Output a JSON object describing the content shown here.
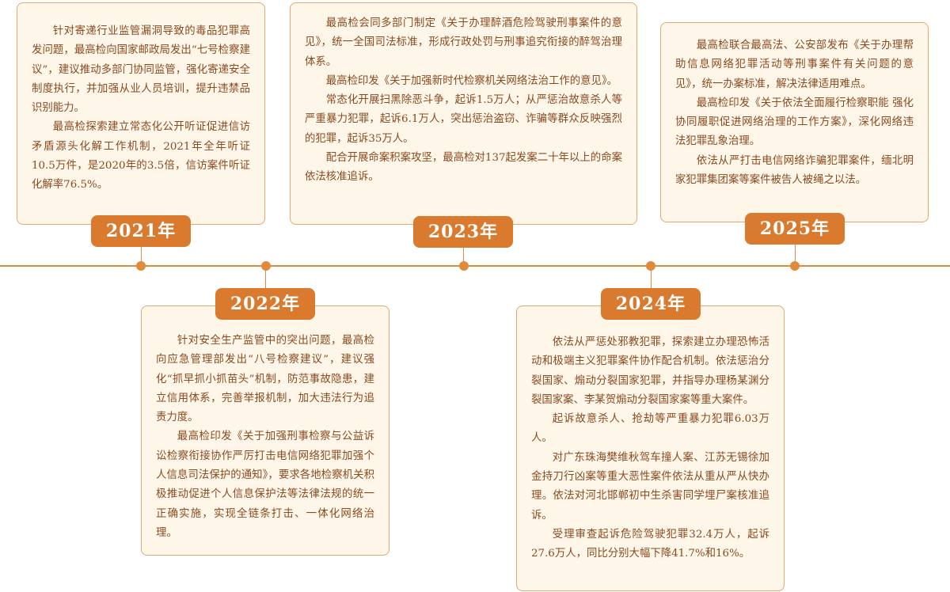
{
  "timeline": [
    {
      "year": "2021年",
      "paragraphs": [
        "针对寄递行业监管漏洞导致的毒品犯罪高发问题，最高检向国家邮政局发出“七号检察建议”，建议推动多部门协同监管，强化寄递安全制度执行，并加强从业人员培训，提升违禁品识别能力。",
        "最高检探索建立常态化公开听证促进信访矛盾源头化解工作机制，2021年全年听证10.5万件，是2020年的3.5倍，信访案件听证化解率76.5%。"
      ]
    },
    {
      "year": "2022年",
      "paragraphs": [
        "针对安全生产监管中的突出问题，最高检向应急管理部发出“八号检察建议”，建议强化“抓早抓小抓苗头”机制，防范事故隐患，建立信用体系，完善举报机制，加大违法行为追责力度。",
        "最高检印发《关于加强刑事检察与公益诉讼检察衔接协作严厉打击电信网络犯罪加强个人信息司法保护的通知》，要求各地检察机关积极推动促进个人信息保护法等法律法规的统一正确实施，实现全链条打击、一体化网络治理。"
      ]
    },
    {
      "year": "2023年",
      "paragraphs": [
        "最高检会同多部门制定《关于办理醉酒危险驾驶刑事案件的意见》，统一全国司法标准，形成行政处罚与刑事追究衔接的醉驾治理体系。",
        "最高检印发《关于加强新时代检察机关网络法治工作的意见》。",
        "常态化开展扫黑除恶斗争，起诉1.5万人；从严惩治故意杀人等严重暴力犯罪，起诉6.1万人，突出惩治盗窃、诈骗等群众反映强烈的犯罪，起诉35万人。",
        "配合开展命案积案攻坚，最高检对137起发案二十年以上的命案依法核准追诉。"
      ]
    },
    {
      "year": "2024年",
      "paragraphs": [
        "依法从严惩处邪教犯罪，探索建立办理恐怖活动和极端主义犯罪案件协作配合机制。依法惩治分裂国家、煽动分裂国家犯罪，并指导办理杨某渊分裂国家案、李某贺煽动分裂国家案等重大案件。",
        "起诉故意杀人、抢劫等严重暴力犯罪6.03万人。",
        "对广东珠海樊维秋驾车撞人案、江苏无锡徐加金持刀行凶案等重大恶性案件依法从重从严从快办理。依法对河北邯郸初中生杀害同学埋尸案核准追诉。",
        "受理审查起诉危险驾驶犯罪32.4万人，起诉27.6万人，同比分别大幅下降41.7%和16%。"
      ]
    },
    {
      "year": "2025年",
      "paragraphs": [
        "最高检联合最高法、公安部发布《关于办理帮助信息网络犯罪活动等刑事案件有关问题的意见》，统一办案标准，解决法律适用难点。",
        "最高检印发《关于依法全面履行检察职能 强化协同履职促进网络治理的工作方案》，深化网络违法犯罪乱象治理。",
        "依法从严打击电信网络诈骗犯罪案件，缅北明家犯罪集团案等案件被告人被绳之以法。"
      ]
    }
  ],
  "colors": {
    "accent": "#d97a2e",
    "line": "#e08a3c",
    "card_bg": "#fdf6e9",
    "card_border": "#e3a770",
    "text": "#8a4a1e"
  }
}
